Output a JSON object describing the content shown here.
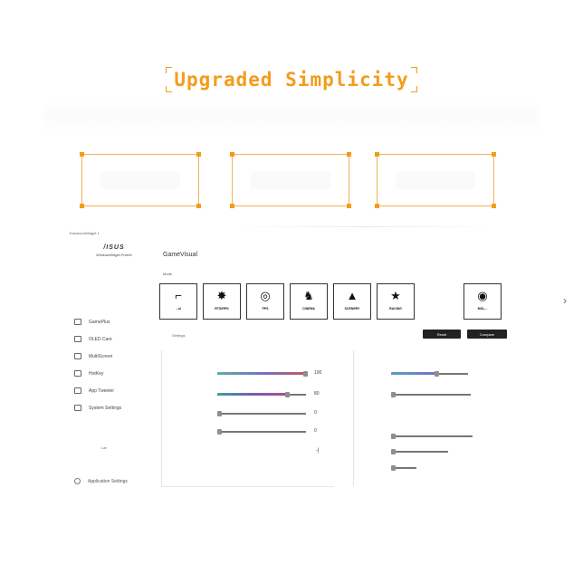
{
  "hero": {
    "title": "Upgraded Simplicity"
  },
  "app": {
    "window_title": "TransformWidget 1",
    "brand": {
      "logo": "/ISUS",
      "product": "WindowWidget Proeer"
    },
    "nav": [
      {
        "label": "GamePlus",
        "icon": "gamepad-icon"
      },
      {
        "label": "OLED Care",
        "icon": "oled-care-icon"
      },
      {
        "label": "MultiScreen",
        "icon": "multiscreen-icon"
      },
      {
        "label": "HotKey",
        "icon": "hotkey-icon"
      },
      {
        "label": "App Tweeter",
        "icon": "app-tweeter-icon"
      },
      {
        "label": "System Settings",
        "icon": "system-settings-icon"
      }
    ],
    "minor_label": "Lar",
    "app_settings": "Application Settings",
    "section_title": "GameVisual",
    "mode_label": "Mode",
    "modes": [
      {
        "label": "...ul",
        "glyph": "⌐"
      },
      {
        "label": "RTS/RPG",
        "glyph": "✸"
      },
      {
        "label": "FPS",
        "glyph": "◎"
      },
      {
        "label": "CINEMA",
        "glyph": "♞"
      },
      {
        "label": "SCENERY",
        "glyph": "▲"
      },
      {
        "label": "RACING",
        "glyph": "★"
      },
      {
        "label": "MOL...",
        "glyph": "◉"
      }
    ],
    "next_arrow": "›",
    "advanced_label": "Settings",
    "buttons": {
      "reset": "Reset",
      "compare": "Compare"
    },
    "left_sliders": [
      {
        "value": 100,
        "max": 100,
        "fill": "linear-gradient(90deg,#5ab0a4,#7a6ec8,#c05a5a)"
      },
      {
        "value": 80,
        "max": 100,
        "fill": "linear-gradient(90deg,#3fa09a,#7a5ab8,#b24a8a)"
      },
      {
        "value": 0,
        "max": 100,
        "fill": ""
      },
      {
        "value": 0,
        "max": 100,
        "fill": ""
      }
    ],
    "left_extra_value": "-|",
    "right_sliders": [
      {
        "value": 60,
        "max": 100,
        "fill": "linear-gradient(90deg,#5aa0c0,#7a6ec8)"
      },
      {
        "value": 0,
        "max": 100,
        "fill": ""
      },
      {
        "value": 0,
        "max": 100,
        "fill": ""
      },
      {
        "value": 0,
        "max": 100,
        "fill": ""
      },
      {
        "value": 0,
        "max": 100,
        "fill": ""
      }
    ]
  }
}
